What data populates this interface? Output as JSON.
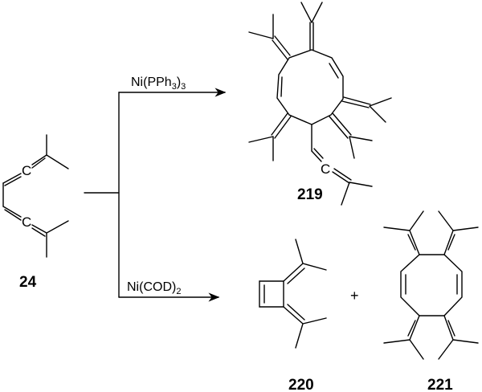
{
  "compounds": {
    "start": {
      "label": "24",
      "atom_labels": [
        "C",
        "C"
      ]
    },
    "product_a": {
      "label": "219",
      "atom_labels": [
        "C"
      ]
    },
    "product_b": {
      "label": "220"
    },
    "product_c": {
      "label": "221"
    }
  },
  "reagents": {
    "top": {
      "main": "Ni(PPh",
      "sub1": "3",
      "close": ")",
      "sub2": "3"
    },
    "bottom": {
      "main": "Ni(COD)",
      "sub": "2"
    }
  },
  "plus_sign": "+",
  "colors": {
    "ink": "#000000",
    "background": "#ffffff"
  }
}
